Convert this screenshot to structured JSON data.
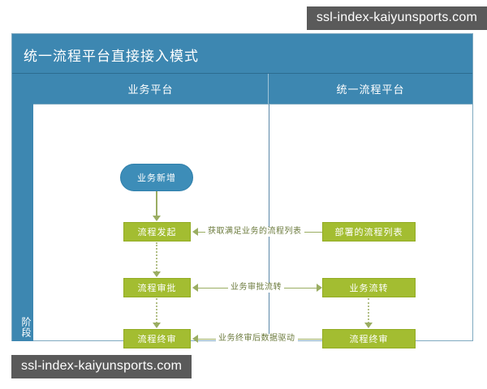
{
  "watermarks": {
    "top": "ssl-index-kaiyunsports.com",
    "bottom": "ssl-index-kaiyunsports.com"
  },
  "diagram": {
    "title": "统一流程平台直接接入模式",
    "phase_band_label": "阶段",
    "columns": [
      {
        "label": "业务平台"
      },
      {
        "label": "统一流程平台"
      }
    ],
    "nodes": {
      "start": {
        "label": "业务新增",
        "type": "start",
        "lane": "业务平台"
      },
      "left_1": {
        "label": "流程发起",
        "type": "task",
        "lane": "业务平台"
      },
      "left_2": {
        "label": "流程审批",
        "type": "task",
        "lane": "业务平台"
      },
      "left_3": {
        "label": "流程终审",
        "type": "task",
        "lane": "业务平台"
      },
      "right_1": {
        "label": "部署的流程列表",
        "type": "task",
        "lane": "统一流程平台"
      },
      "right_2": {
        "label": "业务流转",
        "type": "task",
        "lane": "统一流程平台"
      },
      "right_3": {
        "label": "流程终审",
        "type": "task",
        "lane": "统一流程平台"
      }
    },
    "edge_labels": {
      "row1": "获取满足业务的流程列表",
      "row2": "业务审批流转",
      "row3": "业务终审后数据驱动"
    }
  },
  "colors": {
    "header_blue": "#3d87b1",
    "node_blue": "#3d8db8",
    "node_green": "#a3bd31",
    "connector_green": "#9aad62",
    "edge_label_text": "#6b7a3c",
    "watermark_bg": "#5a5a5a",
    "panel_border": "#7fa9c0"
  }
}
